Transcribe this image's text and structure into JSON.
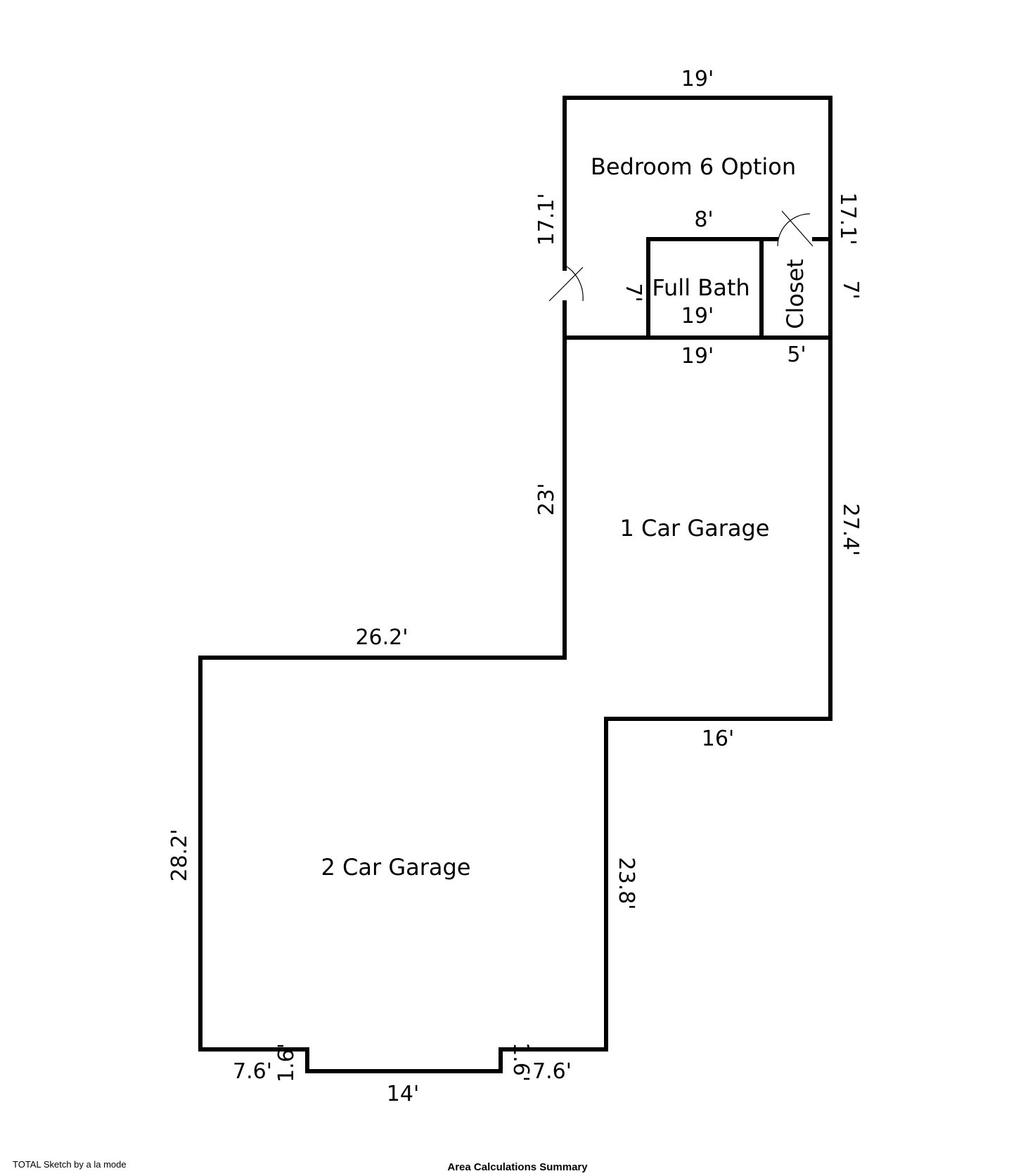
{
  "rooms": {
    "bedroom": "Bedroom 6 Option",
    "full_bath": "Full Bath",
    "closet": "Closet",
    "garage_1": "1 Car Garage",
    "garage_2": "2 Car Garage"
  },
  "dimensions": {
    "bedroom_top": "19'",
    "bedroom_left": "17.1'",
    "bedroom_right": "17.1'",
    "bath_top": "8'",
    "bath_side": "7'",
    "bath_width": "19'",
    "closet_side": "7'",
    "partition_bottom": "19'",
    "closet_bottom": "5'",
    "garage1_left": "23'",
    "garage1_right": "27.4'",
    "garage1_bottom": "16'",
    "garage2_top": "26.2'",
    "garage2_left": "28.2'",
    "garage2_right": "23.8'",
    "door_left_width": "7.6'",
    "door_left_step": "1.6'",
    "door_opening": "14'",
    "door_right_step": "1.6'",
    "door_right_width": "7.6'"
  },
  "footer": {
    "credit": "TOTAL Sketch by a la mode",
    "summary": "Area Calculations Summary"
  }
}
